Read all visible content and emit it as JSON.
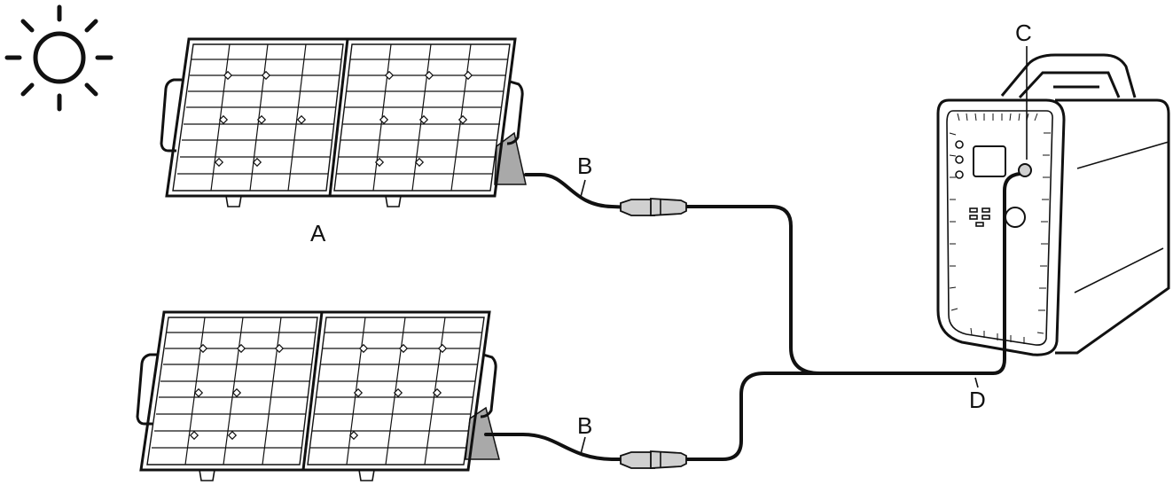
{
  "diagram": {
    "title": "",
    "labels": {
      "panel": "A",
      "cable_upper": "B",
      "cable_lower": "B",
      "input_port": "C",
      "output_cable": "D"
    },
    "icons": {
      "sun": "sun-icon",
      "solar_panel": "solar-panel-icon",
      "power_station": "portable-power-station-icon"
    },
    "colors": {
      "ink": "#111111",
      "stand": "#a9a9a9",
      "connector": "#d0d0d0"
    }
  }
}
